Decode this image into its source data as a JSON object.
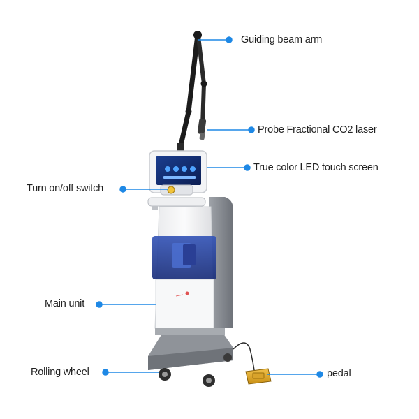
{
  "accent_color": "#1e88e5",
  "callouts": {
    "guiding_beam_arm": "Guiding beam arm",
    "probe_laser": "Probe Fractional CO2 laser",
    "touch_screen": "True color LED touch screen",
    "power_switch": "Turn on/off switch",
    "main_unit": "Main unit",
    "rolling_wheel": "Rolling wheel",
    "pedal": "pedal"
  }
}
